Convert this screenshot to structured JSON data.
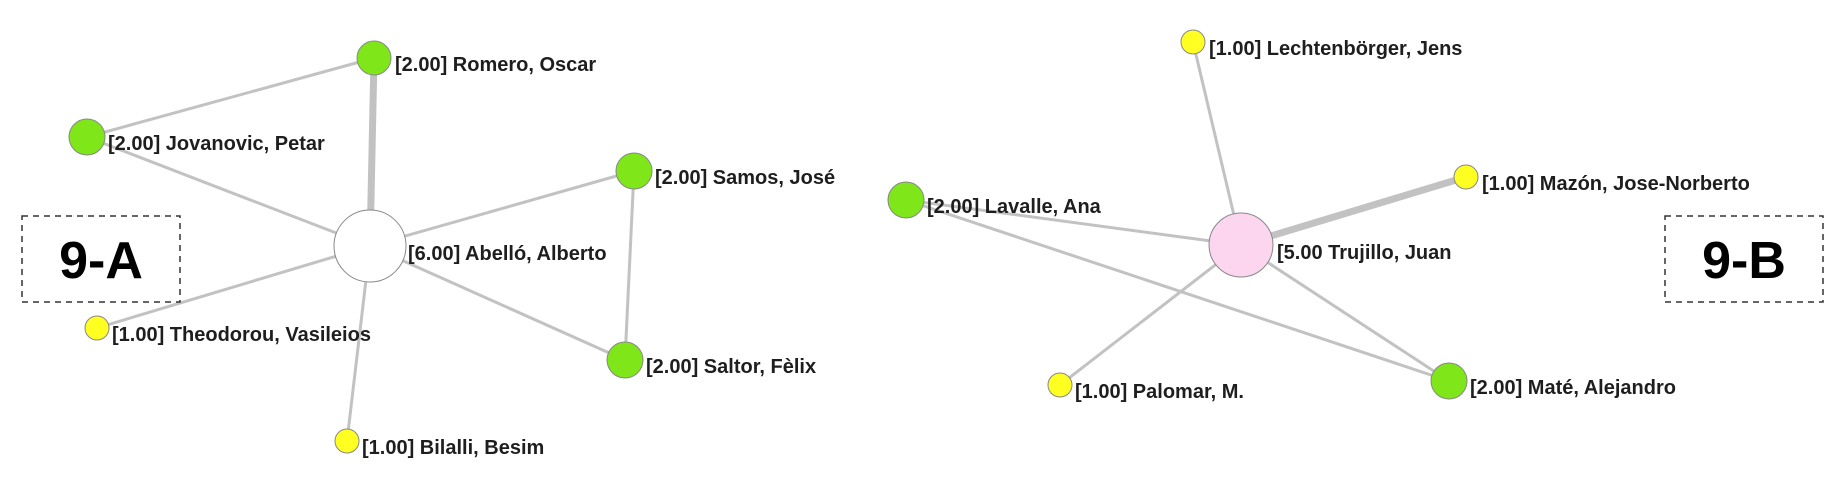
{
  "colors": {
    "edge": "#c2c2c2",
    "node_green": "#7ee619",
    "node_yellow": "#ffff22",
    "node_white": "#ffffff",
    "node_pink": "#fcd5ee"
  },
  "panels": [
    {
      "id": "9-A",
      "label": "9-A",
      "nodes": [
        {
          "id": "abello",
          "label": "[6.00] Abelló, Alberto",
          "color": "white"
        },
        {
          "id": "romero",
          "label": "[2.00] Romero, Oscar",
          "color": "green"
        },
        {
          "id": "jovanovic",
          "label": "[2.00] Jovanovic, Petar",
          "color": "green"
        },
        {
          "id": "samos",
          "label": "[2.00]  Samos, José",
          "color": "green"
        },
        {
          "id": "saltor",
          "label": "[2.00]  Saltor, Fèlix",
          "color": "green"
        },
        {
          "id": "theodorou",
          "label": "[1.00] Theodorou, Vasileios",
          "color": "yellow"
        },
        {
          "id": "bilalli",
          "label": "[1.00] Bilalli, Besim",
          "color": "yellow"
        }
      ],
      "edges": [
        {
          "from": "abello",
          "to": "romero",
          "weight": 2
        },
        {
          "from": "abello",
          "to": "jovanovic",
          "weight": 1
        },
        {
          "from": "abello",
          "to": "samos",
          "weight": 1
        },
        {
          "from": "abello",
          "to": "saltor",
          "weight": 1
        },
        {
          "from": "abello",
          "to": "theodorou",
          "weight": 1
        },
        {
          "from": "abello",
          "to": "bilalli",
          "weight": 1
        },
        {
          "from": "romero",
          "to": "jovanovic",
          "weight": 1
        },
        {
          "from": "samos",
          "to": "saltor",
          "weight": 1
        }
      ]
    },
    {
      "id": "9-B",
      "label": "9-B",
      "nodes": [
        {
          "id": "trujillo",
          "label": "[5.00   Trujillo, Juan",
          "color": "pink"
        },
        {
          "id": "lechtenborger",
          "label": "[1.00] Lechtenbörger, Jens",
          "color": "yellow"
        },
        {
          "id": "mazon",
          "label": "[1.00] Mazón, Jose-Norberto",
          "color": "yellow"
        },
        {
          "id": "lavalle",
          "label": "[2.00] Lavalle, Ana",
          "color": "green"
        },
        {
          "id": "palomar",
          "label": "[1.00] Palomar, M.",
          "color": "yellow"
        },
        {
          "id": "mate",
          "label": "[2.00] Maté, Alejandro",
          "color": "green"
        }
      ],
      "edges": [
        {
          "from": "trujillo",
          "to": "lechtenborger",
          "weight": 1
        },
        {
          "from": "trujillo",
          "to": "mazon",
          "weight": 2
        },
        {
          "from": "trujillo",
          "to": "lavalle",
          "weight": 1
        },
        {
          "from": "trujillo",
          "to": "palomar",
          "weight": 1
        },
        {
          "from": "trujillo",
          "to": "mate",
          "weight": 1
        },
        {
          "from": "lavalle",
          "to": "mate",
          "weight": 1
        }
      ]
    }
  ]
}
